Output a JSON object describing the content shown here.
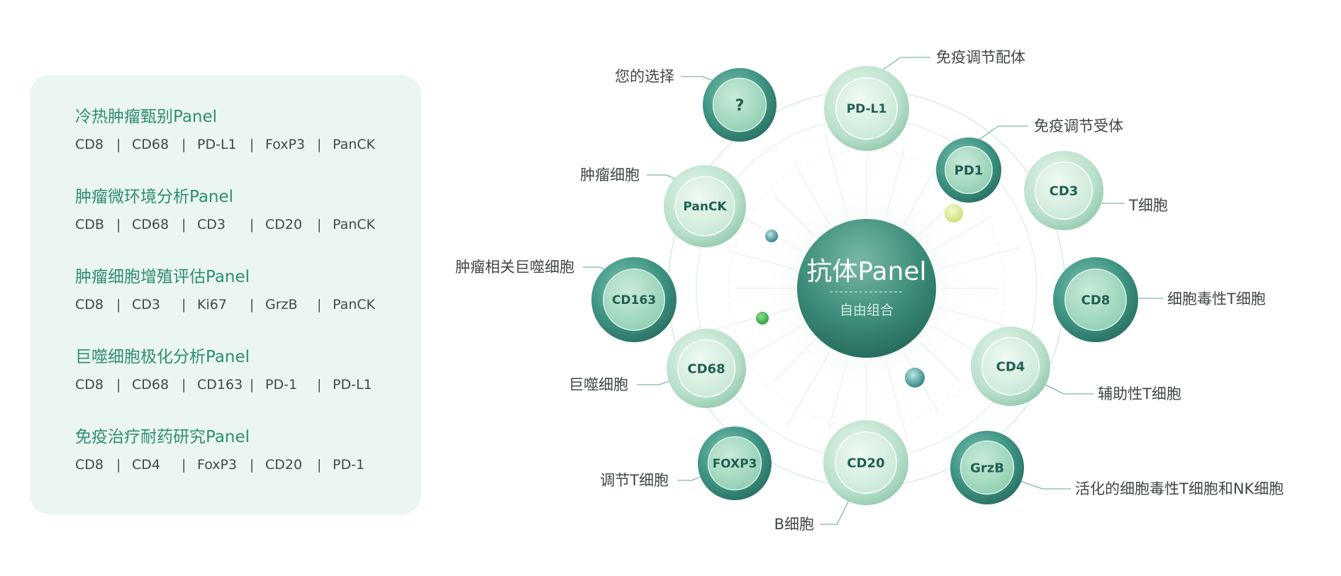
{
  "panels": [
    {
      "title": "冷热肿瘤甄别Panel",
      "markers": [
        "CD8",
        "CD68",
        "PD-L1",
        "FoxP3",
        "PanCK"
      ]
    },
    {
      "title": "肿瘤微环境分析Panel",
      "markers": [
        "CDB",
        "CD68",
        "CD3",
        "CD20",
        "PanCK"
      ]
    },
    {
      "title": "肿瘤细胞增殖评估Panel",
      "markers": [
        "CD8",
        "CD3",
        "Ki67",
        "GrzB",
        "PanCK"
      ]
    },
    {
      "title": "巨噬细胞极化分析Panel",
      "markers": [
        "CD8",
        "CD68",
        "CD163",
        "PD-1",
        "PD-L1"
      ]
    },
    {
      "title": "免疫治疗耐药研究Panel",
      "markers": [
        "CD8",
        "CD4",
        "FoxP3",
        "CD20",
        "PD-1"
      ]
    }
  ],
  "separator": "|",
  "center": {
    "title": "抗体Panel",
    "subtitle": "自由组合"
  },
  "nodes": [
    {
      "id": "pdl1",
      "text": "PD-L1",
      "label": "免疫调节配体",
      "tone": "light"
    },
    {
      "id": "pd1",
      "text": "PD1",
      "label": "免疫调节受体",
      "tone": "dark"
    },
    {
      "id": "cd3",
      "text": "CD3",
      "label": "T细胞",
      "tone": "light"
    },
    {
      "id": "cd8",
      "text": "CD8",
      "label": "细胞毒性T细胞",
      "tone": "dark"
    },
    {
      "id": "cd4",
      "text": "CD4",
      "label": "辅助性T细胞",
      "tone": "light"
    },
    {
      "id": "grzb",
      "text": "GrzB",
      "label": "活化的细胞毒性T细胞和NK细胞",
      "tone": "dark"
    },
    {
      "id": "cd20",
      "text": "CD20",
      "label": "B细胞",
      "tone": "light"
    },
    {
      "id": "foxp3",
      "text": "FOXP3",
      "label": "调节T细胞",
      "tone": "dark"
    },
    {
      "id": "cd68",
      "text": "CD68",
      "label": "巨噬细胞",
      "tone": "light"
    },
    {
      "id": "cd163",
      "text": "CD163",
      "label": "肿瘤相关巨噬细胞",
      "tone": "dark"
    },
    {
      "id": "panck",
      "text": "PanCK",
      "label": "肿瘤细胞",
      "tone": "light"
    },
    {
      "id": "q",
      "text": "?",
      "label": "您的选择",
      "tone": "dark"
    }
  ],
  "colors": {
    "title_green": "#2f8c72",
    "card_bg": "#eaf6ef",
    "dark_node": "#3e9584",
    "light_node": "#b9e0cb",
    "center": "#3f8f7c"
  }
}
